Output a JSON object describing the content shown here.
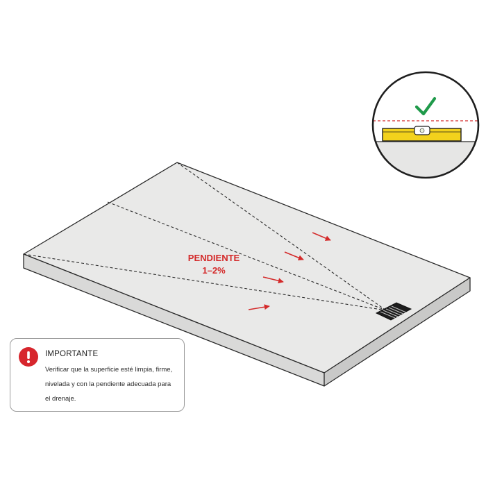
{
  "slope": {
    "title": "PENDIENTE",
    "value": "1–2%"
  },
  "notice": {
    "icon": "exclamation-icon",
    "title": "IMPORTANTE",
    "text": "Verificar que la superficie esté limpia, firme, nivelada y con la pendiente adecuada para el drenaje."
  },
  "level_check": {
    "icon": "check-icon",
    "status": "level-ok"
  },
  "colors": {
    "accent_red": "#d42a2a",
    "check_green": "#1f9a4a",
    "level_yellow": "#f3d21c",
    "alert_red": "#d7262d",
    "slab": "#e9e9e8",
    "slab_side": "#d9d9d8"
  }
}
